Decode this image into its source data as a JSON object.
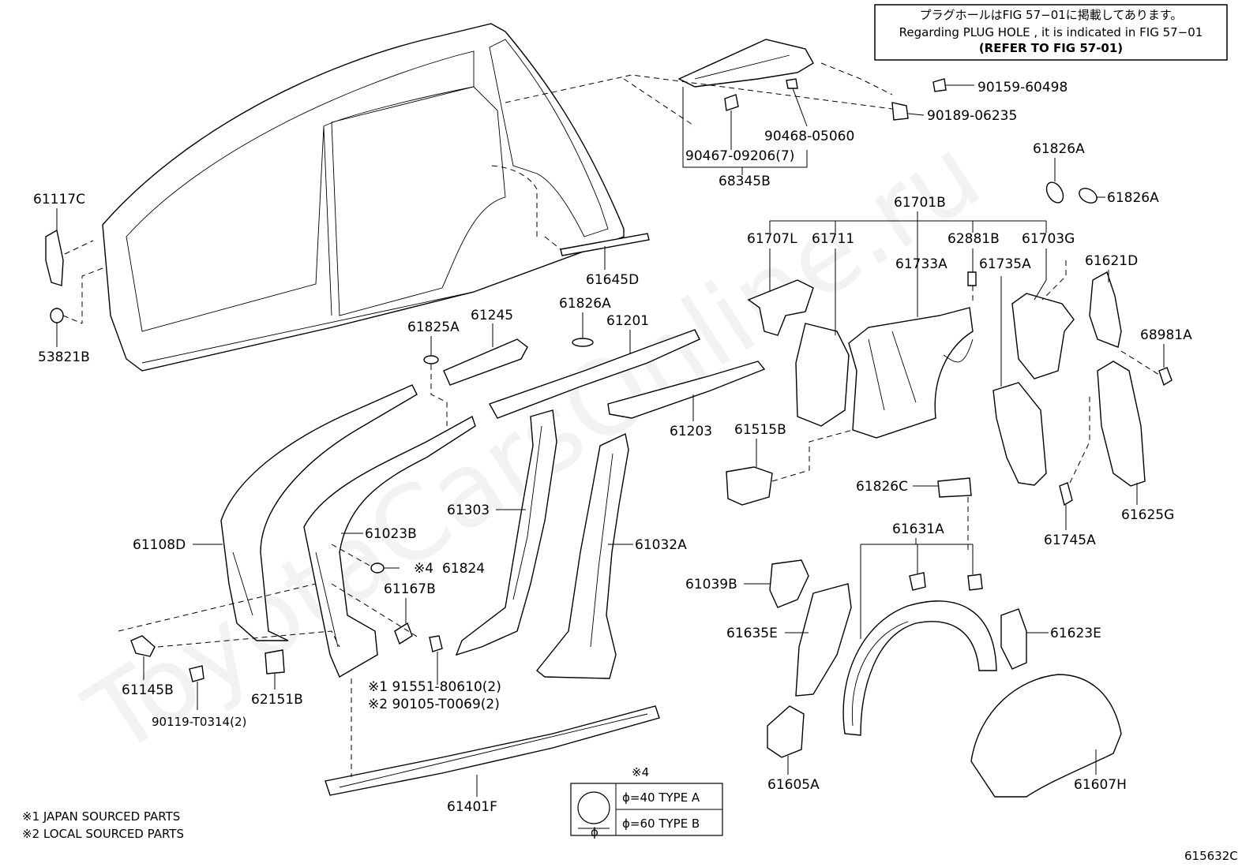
{
  "notice": {
    "line1": "プラグホールはFIG 57−01に掲載してあります。",
    "line2": "Regarding PLUG HOLE , it is indicated in FIG 57−01",
    "line3": "(REFER TO FIG 57-01)"
  },
  "labels": {
    "p61117C": "61117C",
    "p53821B": "53821B",
    "p61645D": "61645D",
    "p90159": "90159-60498",
    "p90189": "90189-06235",
    "p90468": "90468-05060",
    "p90467": "90467-09206(7)",
    "p68345B": "68345B",
    "p61826A_top": "61826A",
    "p61826A_right": "61826A",
    "p61701B": "61701B",
    "p61707L": "61707L",
    "p61711": "61711",
    "p62881B": "62881B",
    "p61703G": "61703G",
    "p61733A": "61733A",
    "p61735A": "61735A",
    "p61621D": "61621D",
    "p68981A": "68981A",
    "p61826A_mid": "61826A",
    "p61825A": "61825A",
    "p61245": "61245",
    "p61201": "61201",
    "p61203": "61203",
    "p61515B": "61515B",
    "p61826C": "61826C",
    "p61625G": "61625G",
    "p61745A": "61745A",
    "p61631A": "61631A",
    "p61303": "61303",
    "p61032A": "61032A",
    "p61108D": "61108D",
    "p61023B": "61023B",
    "p61824": "61824",
    "mark4": "※4",
    "p61167B": "61167B",
    "p61039B": "61039B",
    "p61635E": "61635E",
    "p61623E": "61623E",
    "p61145B": "61145B",
    "p62151B": "62151B",
    "p90119": "90119-T0314(2)",
    "p91551": "※1 91551-80610(2)",
    "p90105": "※2 90105-T0069(2)",
    "p61605A": "61605A",
    "p61607H": "61607H",
    "p61401F": "61401F"
  },
  "legend": {
    "heading": "※4",
    "phi": "ϕ",
    "typeA": "ϕ=40  TYPE A",
    "typeB": "ϕ=60  TYPE B"
  },
  "footnotes": {
    "n1": "※1 JAPAN SOURCED PARTS",
    "n2": "※2 LOCAL SOURCED PARTS"
  },
  "figure_id": "615632C",
  "watermark": "ToyotaCarsOnline.ru"
}
